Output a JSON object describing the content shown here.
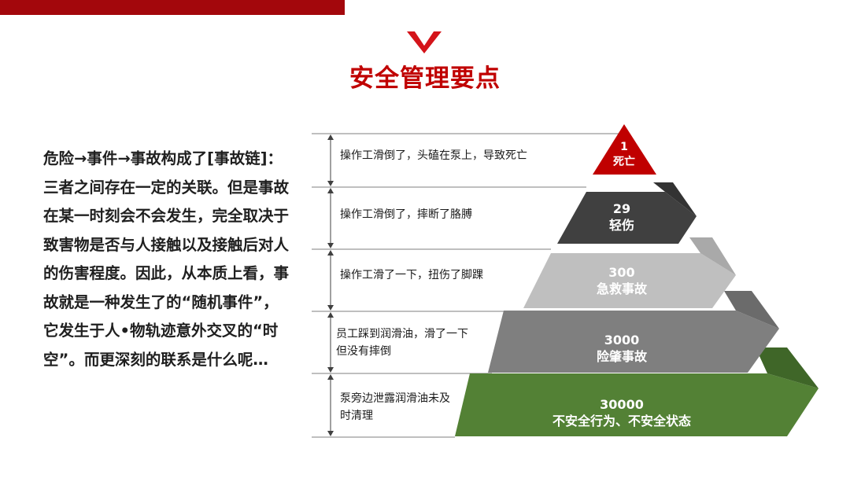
{
  "title": "安全管理要点",
  "description_lines": [
    "危险→事件→事故构成了[事故链]：",
    "三者之间存在一定的关联。但是事故",
    "在某一时刻会不会发生，完全取决于",
    "致害物是否与人接触以及接触后对人",
    "的伤害程度。因此，从本质上看，事",
    "故就是一种发生了的“随机事件”，",
    "它发生于人•物轨迹意外交叉的“时",
    "空”。而更深刻的联系是什么呢…"
  ],
  "pyramid": {
    "levels": [
      {
        "count": "1",
        "label": "死亡",
        "example_lines": [
          "操作工滑倒了，头磕在泵上，导致死亡"
        ],
        "color": "#c00000"
      },
      {
        "count": "29",
        "label": "轻伤",
        "example_lines": [
          "操作工滑倒了，摔断了胳膊"
        ],
        "color": "#404040"
      },
      {
        "count": "300",
        "label": "急救事故",
        "example_lines": [
          "操作工滑了一下，扭伤了脚踝"
        ],
        "color": "#bfbfbf"
      },
      {
        "count": "3000",
        "label": "险肇事故",
        "example_lines": [
          "员工踩到润滑油，滑了一下",
          "但没有摔倒"
        ],
        "color": "#7f7f7f"
      },
      {
        "count": "30000",
        "label": "不安全行为、不安全状态",
        "example_lines": [
          "泵旁边泄露润滑油未及",
          "时清理"
        ],
        "color": "#538135"
      }
    ]
  },
  "colors": {
    "brand": "#a3070c",
    "title": "#c00000"
  }
}
